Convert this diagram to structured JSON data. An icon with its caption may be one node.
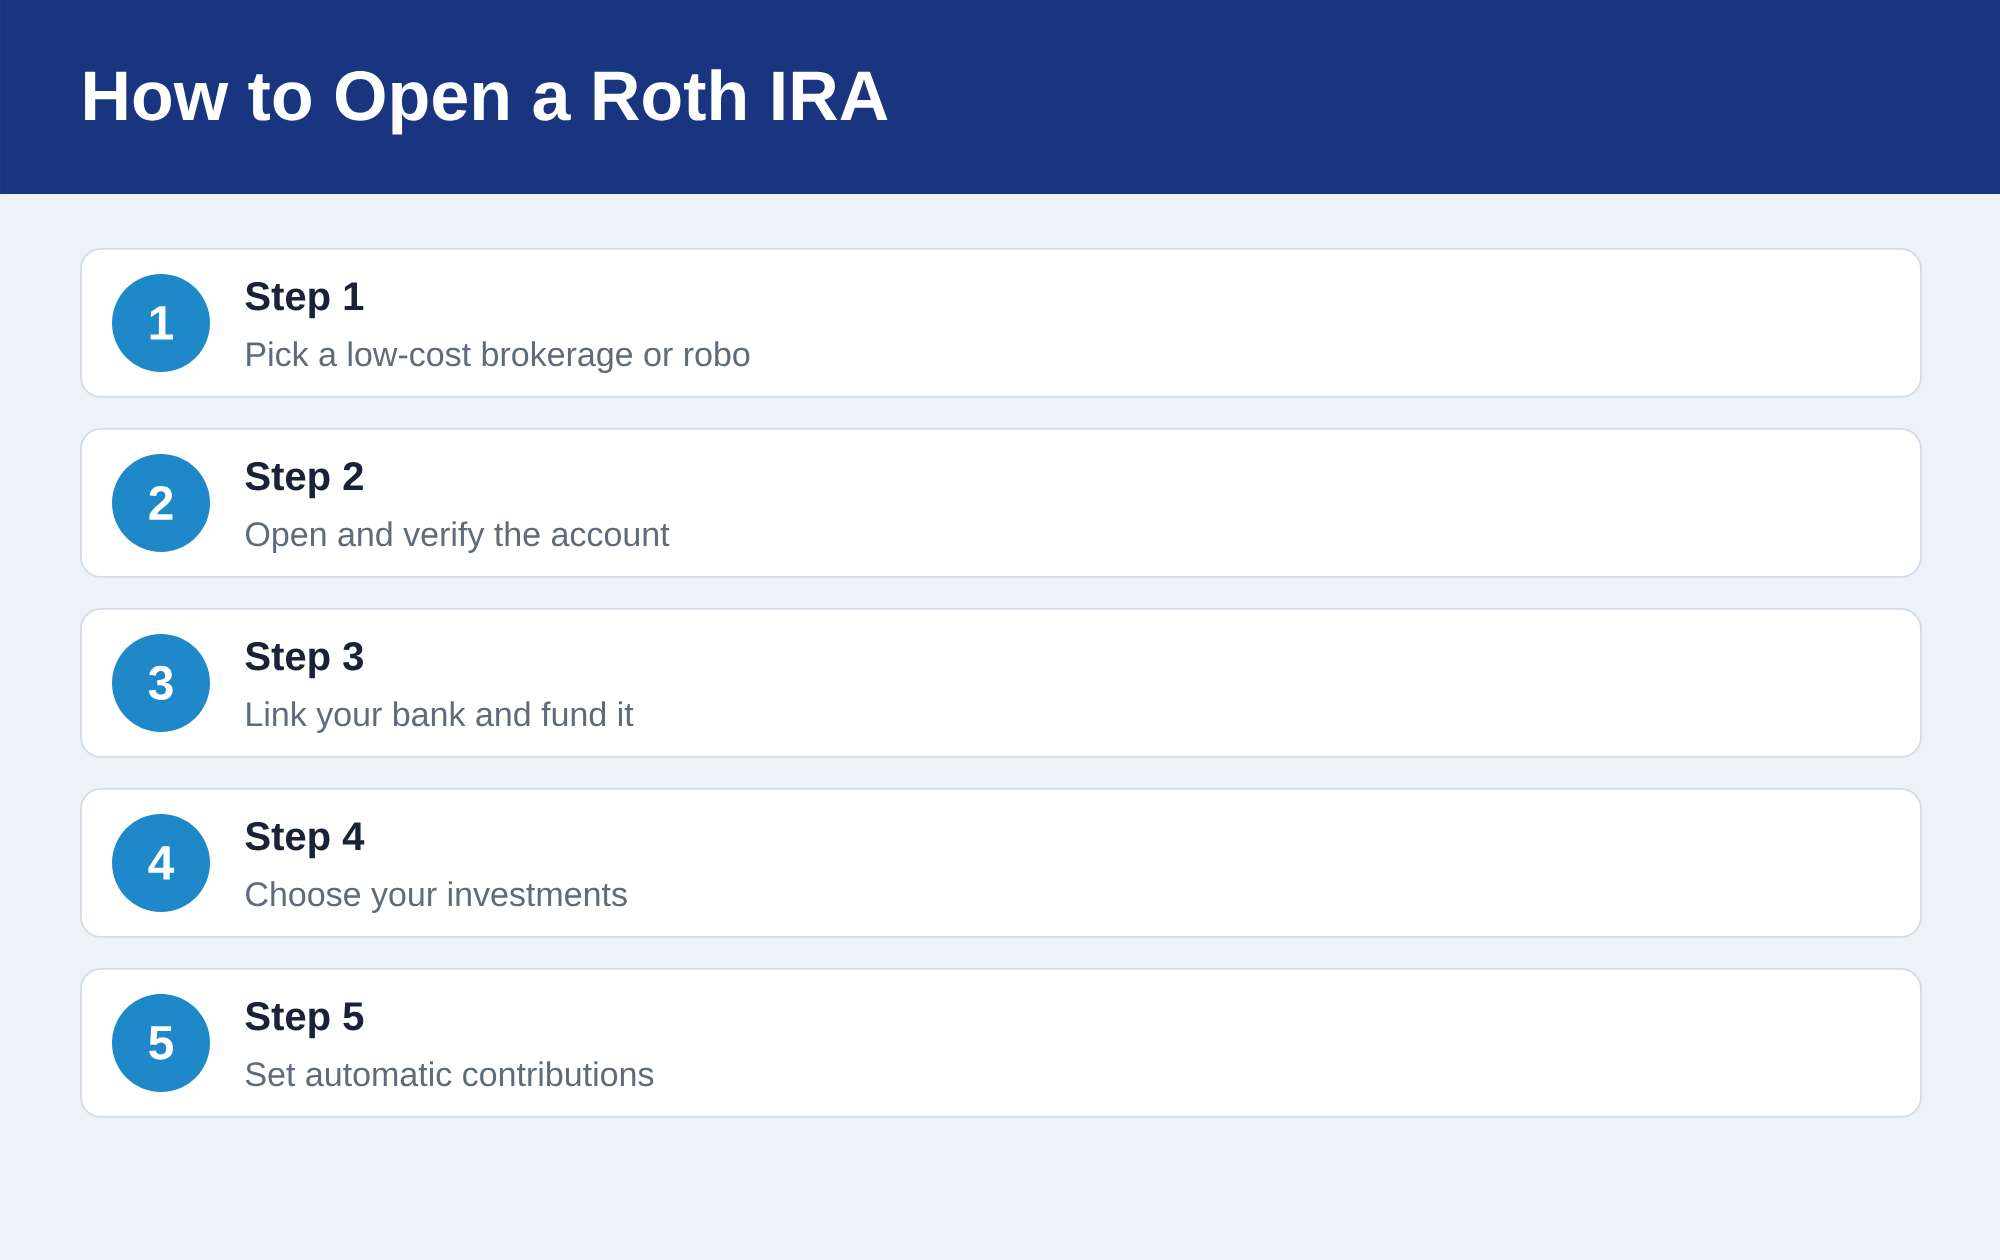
{
  "diagram": {
    "title": "How to Open a Roth IRA",
    "nodes": [
      {
        "text": [
          "Step 1",
          "Pick a low-cost brokerage or robo"
        ]
      },
      {
        "text": [
          "1"
        ],
        "in": 0
      },
      {
        "text": [
          "Step 2",
          "Open and verify the account"
        ]
      },
      {
        "text": [
          "2"
        ],
        "in": 2
      },
      {
        "text": [
          "Step 3",
          "Link your bank and fund it"
        ]
      },
      {
        "text": [
          "3"
        ],
        "in": 4
      },
      {
        "text": [
          "Step 4",
          "Choose your investments"
        ]
      },
      {
        "text": [
          "4"
        ],
        "in": 6
      },
      {
        "text": [
          "Step 5",
          "Set automatic contributions"
        ]
      },
      {
        "text": [
          "5"
        ],
        "in": 8
      }
    ]
  }
}
